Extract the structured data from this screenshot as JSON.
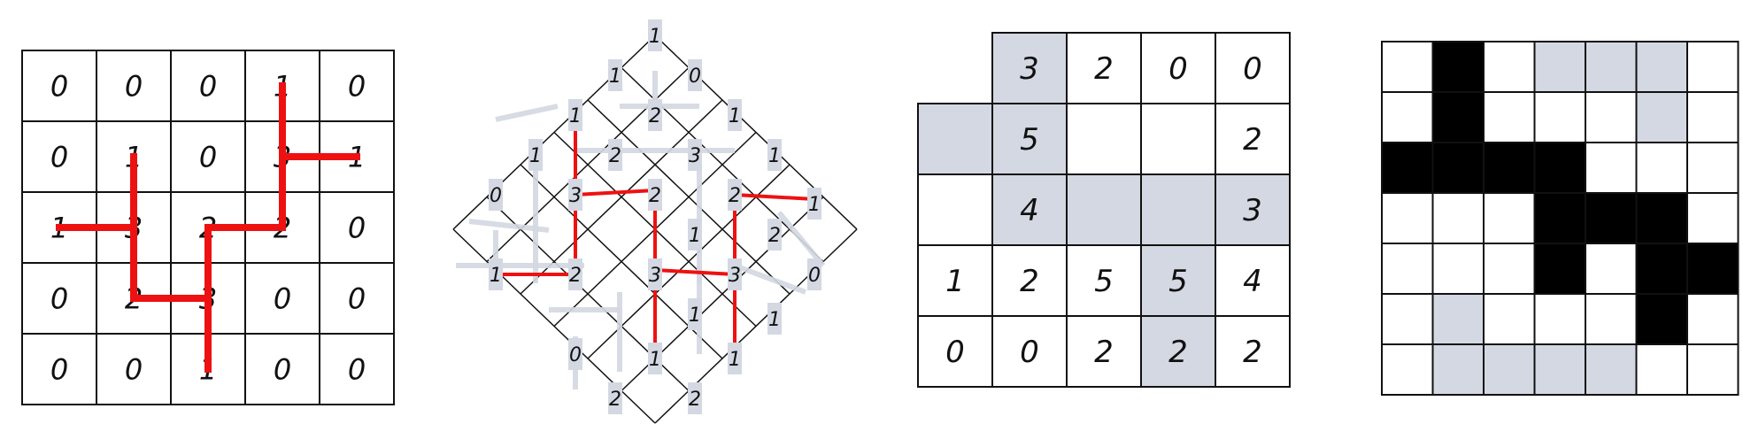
{
  "colors": {
    "line": "#111111",
    "red": "#ee1111",
    "gray": "#d3d8e2",
    "black": "#000000",
    "white": "#ffffff"
  },
  "grid1": {
    "rows": [
      [
        "0",
        "0",
        "0",
        "1",
        "0"
      ],
      [
        "0",
        "1",
        "0",
        "3",
        "1"
      ],
      [
        "1",
        "3",
        "2",
        "2",
        "0"
      ],
      [
        "0",
        "2",
        "3",
        "0",
        "0"
      ],
      [
        "0",
        "0",
        "1",
        "0",
        "0"
      ]
    ],
    "path": [
      [
        3,
        0
      ],
      [
        3,
        1
      ],
      [
        4,
        1
      ],
      [
        3,
        1
      ],
      [
        3,
        2
      ],
      [
        2,
        2
      ],
      [
        2,
        4
      ],
      [
        2,
        3
      ],
      [
        1,
        3
      ],
      [
        1,
        1
      ],
      [
        1,
        2
      ],
      [
        0,
        2
      ]
    ]
  },
  "diamond": {
    "top_node": "1",
    "node_labels": [
      "1",
      "0",
      "1",
      "2",
      "1",
      "1",
      "2",
      "3",
      "1",
      "0",
      "3",
      "2",
      "2",
      "1",
      "1",
      "2",
      "1",
      "3",
      "3",
      "1",
      "0",
      "1",
      "0",
      "1",
      "1",
      "2",
      "2",
      "2"
    ]
  },
  "grid3": {
    "rows": [
      [
        null,
        "3",
        "2",
        "0",
        "0"
      ],
      [
        null,
        "5",
        null,
        null,
        "2"
      ],
      [
        null,
        "4",
        null,
        null,
        "3"
      ],
      [
        "1",
        "2",
        "5",
        "5",
        "4"
      ],
      [
        "0",
        "0",
        "2",
        "2",
        "2"
      ]
    ],
    "shaded": [
      [
        0,
        1
      ],
      [
        1,
        0
      ],
      [
        1,
        1
      ],
      [
        2,
        1
      ],
      [
        2,
        2
      ],
      [
        2,
        3
      ],
      [
        2,
        4
      ],
      [
        3,
        3
      ],
      [
        4,
        3
      ]
    ],
    "blank": [
      [
        0,
        0
      ]
    ]
  },
  "grid4": {
    "cells": [
      "wbwgggw",
      "wbwwwgw",
      "bbbbwww",
      "wwwbbbw",
      "wwwbwbb",
      "wgwwwbw",
      "wggggww"
    ]
  }
}
